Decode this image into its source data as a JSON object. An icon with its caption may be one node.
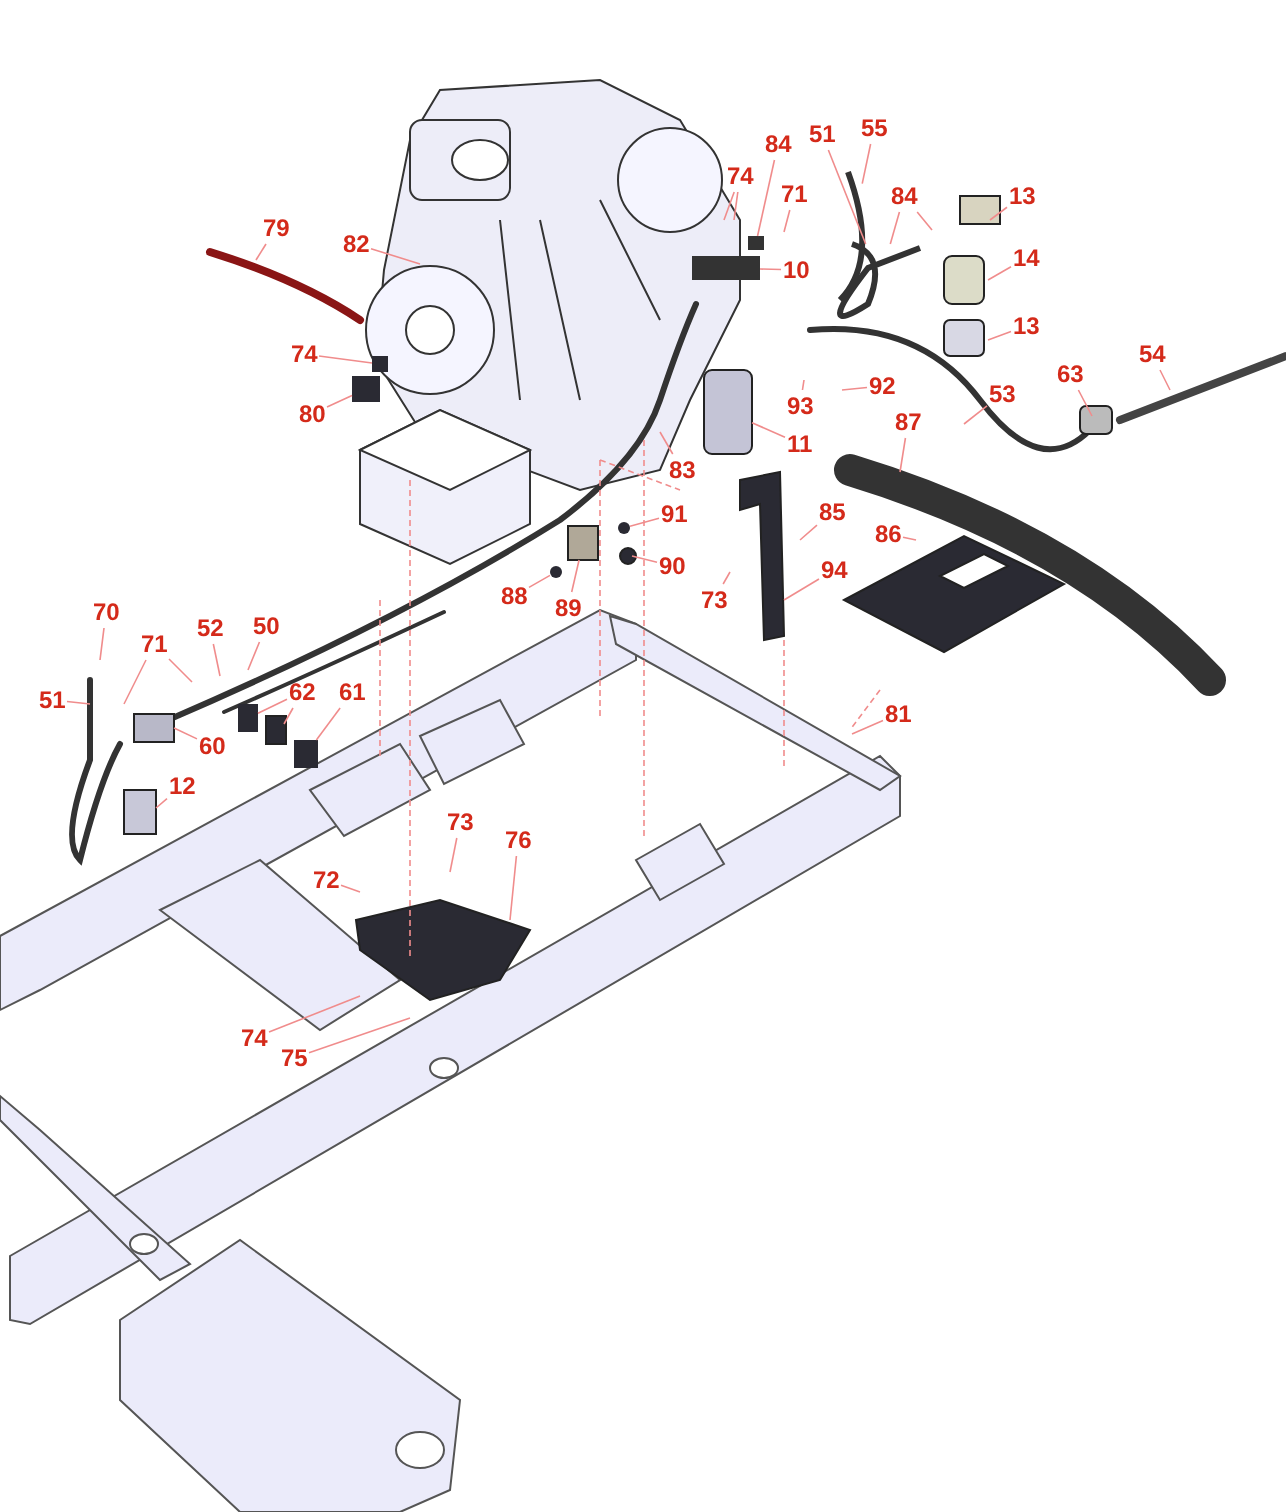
{
  "diagram": {
    "nodes": [
      {
        "text": [
          "79"
        ]
      },
      {
        "text": [
          "82"
        ]
      },
      {
        "text": [
          "74"
        ]
      },
      {
        "text": [
          "84"
        ]
      },
      {
        "text": [
          "51"
        ]
      },
      {
        "text": [
          "55"
        ]
      },
      {
        "text": [
          "71"
        ]
      },
      {
        "text": [
          "10"
        ]
      },
      {
        "text": [
          "84"
        ]
      },
      {
        "text": [
          "13"
        ]
      },
      {
        "text": [
          "14"
        ]
      },
      {
        "text": [
          "13"
        ]
      },
      {
        "text": [
          "74"
        ]
      },
      {
        "text": [
          "80"
        ]
      },
      {
        "text": [
          "92"
        ]
      },
      {
        "text": [
          "93"
        ]
      },
      {
        "text": [
          "53"
        ]
      },
      {
        "text": [
          "63"
        ]
      },
      {
        "text": [
          "54"
        ]
      },
      {
        "text": [
          "87"
        ]
      },
      {
        "text": [
          "11"
        ]
      },
      {
        "text": [
          "83"
        ]
      },
      {
        "text": [
          "91"
        ]
      },
      {
        "text": [
          "85"
        ]
      },
      {
        "text": [
          "86"
        ]
      },
      {
        "text": [
          "90"
        ]
      },
      {
        "text": [
          "94"
        ]
      },
      {
        "text": [
          "73"
        ]
      },
      {
        "text": [
          "88"
        ]
      },
      {
        "text": [
          "89"
        ]
      },
      {
        "text": [
          "70"
        ]
      },
      {
        "text": [
          "71"
        ]
      },
      {
        "text": [
          "52"
        ]
      },
      {
        "text": [
          "50"
        ]
      },
      {
        "text": [
          "51"
        ]
      },
      {
        "text": [
          "62"
        ]
      },
      {
        "text": [
          "61"
        ]
      },
      {
        "text": [
          "60"
        ]
      },
      {
        "text": [
          "12"
        ]
      },
      {
        "text": [
          "81"
        ]
      },
      {
        "text": [
          "73"
        ]
      },
      {
        "text": [
          "76"
        ]
      },
      {
        "text": [
          "72"
        ]
      },
      {
        "text": [
          "74"
        ]
      },
      {
        "text": [
          "75"
        ]
      },
      {
        "text": [],
        "shape": "box"
      },
      {
        "text": [],
        "shape": "picture"
      },
      {
        "text": [],
        "shape": "picture"
      },
      {
        "text": [],
        "shape": "box"
      },
      {
        "text": [],
        "shape": "circle"
      },
      {
        "text": [],
        "shape": "circle"
      },
      {
        "text": [],
        "shape": "box"
      },
      {
        "text": [],
        "shape": "box"
      },
      {
        "text": [],
        "shape": "box"
      },
      {
        "text": [],
        "shape": "box"
      },
      {
        "text": [],
        "shape": "box"
      },
      {
        "text": [],
        "shape": "cylinder"
      }
    ],
    "edges": [
      {
        "from": 0,
        "to": null,
        "arrow": "none"
      },
      {
        "from": 1,
        "to": null,
        "arrow": "none"
      },
      {
        "from": 2,
        "to": null,
        "arrow": "none"
      },
      {
        "from": 2,
        "to": null,
        "arrow": "none"
      },
      {
        "from": 3,
        "to": 45,
        "arrow": "none"
      },
      {
        "from": 4,
        "to": 46,
        "arrow": "none"
      },
      {
        "from": 5,
        "to": 47,
        "arrow": "none"
      },
      {
        "from": 6,
        "to": null,
        "arrow": "none"
      },
      {
        "from": 7,
        "to": 55,
        "arrow": "none"
      },
      {
        "from": 8,
        "to": null,
        "arrow": "none"
      },
      {
        "from": 8,
        "to": 46,
        "arrow": "none"
      },
      {
        "from": 9,
        "to": null,
        "arrow": "none"
      },
      {
        "from": 10,
        "to": null,
        "arrow": "none"
      },
      {
        "from": 11,
        "to": null,
        "arrow": "none"
      },
      {
        "from": 12,
        "to": 53,
        "arrow": "none"
      },
      {
        "from": 13,
        "to": 48,
        "arrow": "none"
      },
      {
        "from": 14,
        "to": null,
        "arrow": "none"
      },
      {
        "from": 15,
        "to": null,
        "arrow": "none"
      },
      {
        "from": 16,
        "to": null,
        "arrow": "none"
      },
      {
        "from": 17,
        "to": null,
        "arrow": "none"
      },
      {
        "from": 18,
        "to": null,
        "arrow": "none"
      },
      {
        "from": 19,
        "to": null,
        "arrow": "none"
      },
      {
        "from": 20,
        "to": 56,
        "arrow": "none"
      },
      {
        "from": 21,
        "to": null,
        "arrow": "none"
      },
      {
        "from": 22,
        "to": 49,
        "arrow": "none"
      },
      {
        "from": 23,
        "to": null,
        "arrow": "none"
      },
      {
        "from": 24,
        "to": null,
        "arrow": "none"
      },
      {
        "from": 25,
        "to": null,
        "arrow": "none"
      },
      {
        "from": 26,
        "to": null,
        "arrow": "none"
      },
      {
        "from": 27,
        "to": null,
        "arrow": "none"
      },
      {
        "from": 28,
        "to": 50,
        "arrow": "none"
      },
      {
        "from": 29,
        "to": 54,
        "arrow": "none"
      },
      {
        "from": 30,
        "to": null,
        "arrow": "none"
      },
      {
        "from": 31,
        "to": null,
        "arrow": "none"
      },
      {
        "from": 31,
        "to": null,
        "arrow": "none"
      },
      {
        "from": 32,
        "to": null,
        "arrow": "none"
      },
      {
        "from": 33,
        "to": null,
        "arrow": "none"
      },
      {
        "from": 34,
        "to": null,
        "arrow": "none"
      },
      {
        "from": 35,
        "to": 51,
        "arrow": "none"
      },
      {
        "from": 35,
        "to": null,
        "arrow": "none"
      },
      {
        "from": 36,
        "to": 52,
        "arrow": "none"
      },
      {
        "from": 37,
        "to": null,
        "arrow": "none"
      },
      {
        "from": 38,
        "to": null,
        "arrow": "none"
      },
      {
        "from": 39,
        "to": null,
        "arrow": "none"
      },
      {
        "from": 40,
        "to": null,
        "arrow": "none"
      },
      {
        "from": 41,
        "to": null,
        "arrow": "none"
      },
      {
        "from": 42,
        "to": null,
        "arrow": "none"
      },
      {
        "from": 43,
        "to": null,
        "arrow": "none"
      },
      {
        "from": 44,
        "to": null,
        "arrow": "none"
      }
    ]
  }
}
